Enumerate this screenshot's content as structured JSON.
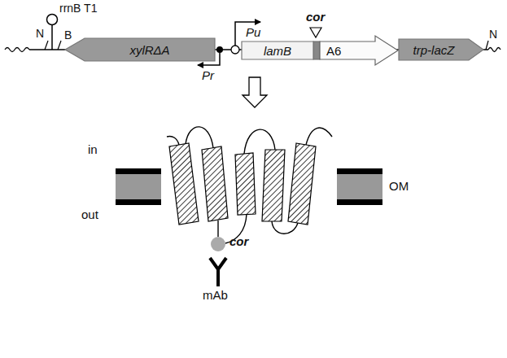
{
  "diagram": {
    "nodes": [
      {
        "text": [
          "xylRΔA"
        ]
      },
      {
        "text": [
          "lamB"
        ]
      },
      {
        "text": [
          "A6"
        ]
      },
      {
        "text": [
          "trp-lacZ"
        ]
      }
    ],
    "labels": [
      "N",
      "rrnB T1",
      "B",
      "Pr",
      "Pu",
      "cor",
      "N",
      "in",
      "out",
      "OM",
      "cor",
      "mAb"
    ]
  }
}
